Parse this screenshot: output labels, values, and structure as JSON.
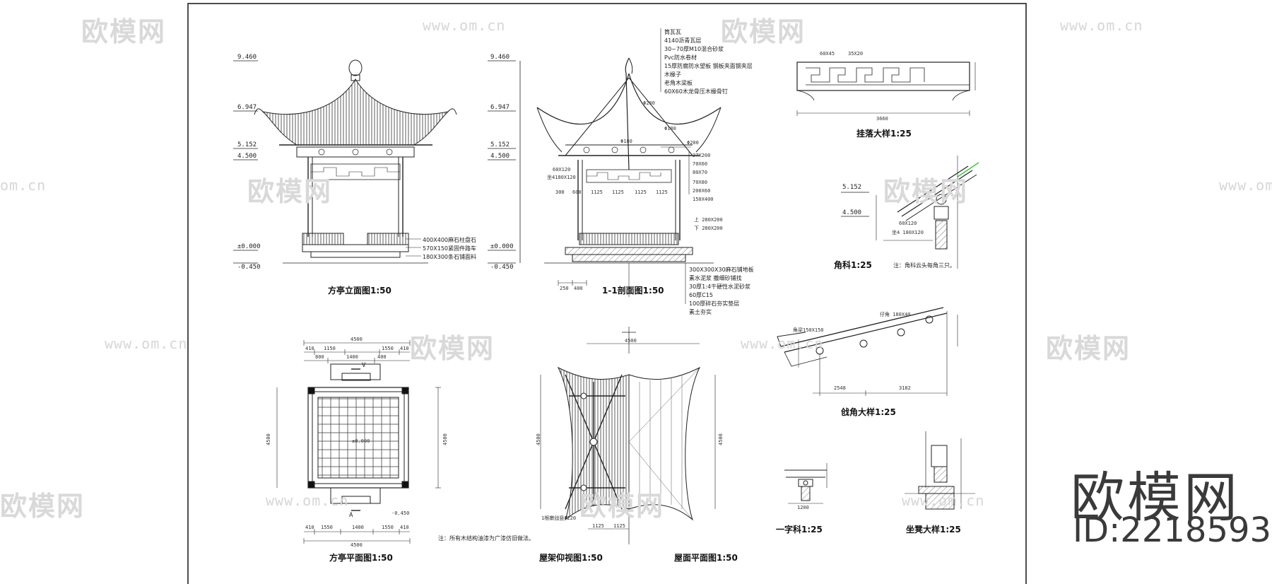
{
  "watermark": {
    "logo_text": "欧模网",
    "url_text": "www.om.cn",
    "url_short": "om.cn",
    "brand_text": "欧模网",
    "id_text": "ID:2218593"
  },
  "drawings": {
    "elevation": {
      "caption": "方亭立面图1:50",
      "levels": [
        "9.460",
        "6.947",
        "5.152",
        "4.500",
        "±0.000",
        "-0.450"
      ],
      "notes": [
        "400X400麻石柱盘石",
        "570X150紧固件路车",
        "180X300条石铺面料"
      ]
    },
    "section": {
      "caption": "1-1剖面图1:50",
      "levels": [
        "9.460",
        "6.947",
        "5.152",
        "4.500",
        "±0.000",
        "-0.450"
      ],
      "roof_notes": [
        "筒瓦瓦",
        "4140沥青瓦层",
        "30~70厚M10混合砂浆",
        "Pvc防水卷材",
        "15厚防腐防水望板 钢板夹面钢夹层",
        "木椽子",
        "老角木梁板",
        "60X60木龙骨压木椽骨钉"
      ],
      "member_notes": [
        "Φ200",
        "Φ180",
        "Φ180",
        "Φ200",
        "27X200",
        "70X60",
        "80X70",
        "70X80",
        "200X60",
        "150X400",
        "60X120",
        "坐4180X120",
        "上 280X200",
        "下 280X200"
      ],
      "base_notes": [
        "300X300X30麻石铺地板",
        "素水泥浆 撒细砂铺找",
        "30厚1:4干硬性水泥砂浆",
        "60厚C15",
        "100厚碎石夯实垫层",
        "素土夯实"
      ],
      "dims": [
        "300",
        "600",
        "1125",
        "1125",
        "1125",
        "1125",
        "250",
        "400"
      ]
    },
    "fascia": {
      "caption": "挂落大样1:25",
      "dims": [
        "60X45",
        "35X20",
        "3660"
      ]
    },
    "corner_bracket": {
      "caption": "角科1:25",
      "levels": [
        "5.152",
        "4.500"
      ],
      "notes": [
        "60X120",
        "坐4 180X120"
      ],
      "remark": "注：角科云头每角三只。"
    },
    "corner_rafter": {
      "caption": "戗角大样1:25",
      "labels": [
        "角梁150X150",
        "仔角 180X40"
      ],
      "dims": [
        "2548",
        "3182"
      ]
    },
    "plan": {
      "caption": "方亭平面图1:50",
      "center_level": "±0.000",
      "outside_level": "-0.450",
      "section_marks": [
        "V",
        "A"
      ],
      "top_dims": [
        "4500",
        "410",
        "1150",
        "1550",
        "410",
        "800",
        "1400",
        "400"
      ],
      "bottom_dims": [
        "4500",
        "410",
        "1550",
        "1400",
        "1550",
        "410"
      ],
      "side_dim": "4500",
      "note": "注：所有木结构油漆为广漆仿旧做法。"
    },
    "roof_frame": {
      "caption": "屋架仰视图1:50",
      "labels": [
        "1根嫩戗竖Φ220",
        "4500",
        "1125",
        "1125"
      ]
    },
    "roof_plan": {
      "caption": "屋面平面图1:50",
      "side_dim": "4500"
    },
    "one_bracket": {
      "caption": "一字科1:25",
      "dims": [
        "1200"
      ]
    },
    "bench": {
      "caption": "坐凳大样1:25"
    }
  }
}
